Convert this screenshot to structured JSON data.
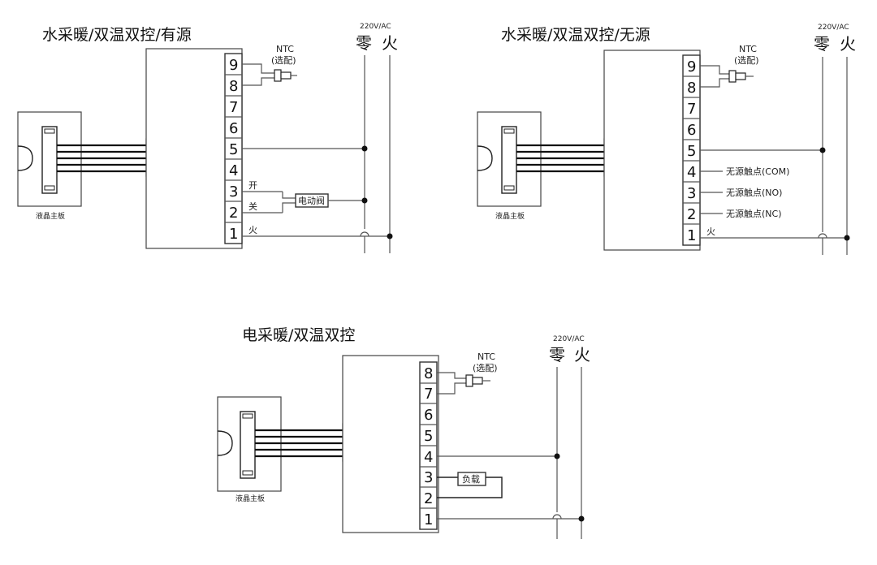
{
  "diagrams": [
    {
      "title": "水采暖/双温双控/有源",
      "terminals": [
        "9",
        "8",
        "7",
        "6",
        "5",
        "4",
        "3",
        "2",
        "1"
      ],
      "ntc": {
        "line1": "NTC",
        "line2": "(选配)"
      },
      "power": {
        "voltage": "220V/AC",
        "neutral": "零",
        "live": "火"
      },
      "board_label": "液晶主板",
      "labels": {
        "open": "开",
        "close": "关",
        "live": "火"
      },
      "device": "电动阀"
    },
    {
      "title": "水采暖/双温双控/无源",
      "terminals": [
        "9",
        "8",
        "7",
        "6",
        "5",
        "4",
        "3",
        "2",
        "1"
      ],
      "ntc": {
        "line1": "NTC",
        "line2": "(选配)"
      },
      "power": {
        "voltage": "220V/AC",
        "neutral": "零",
        "live": "火"
      },
      "board_label": "液晶主板",
      "labels": {
        "live": "火"
      },
      "contacts": [
        "无源触点(COM)",
        "无源触点(NO)",
        "无源触点(NC)"
      ]
    },
    {
      "title": "电采暖/双温双控",
      "terminals": [
        "8",
        "7",
        "6",
        "5",
        "4",
        "3",
        "2",
        "1"
      ],
      "ntc": {
        "line1": "NTC",
        "line2": "(选配)"
      },
      "power": {
        "voltage": "220V/AC",
        "neutral": "零",
        "live": "火"
      },
      "board_label": "液晶主板",
      "device": "负载"
    }
  ]
}
